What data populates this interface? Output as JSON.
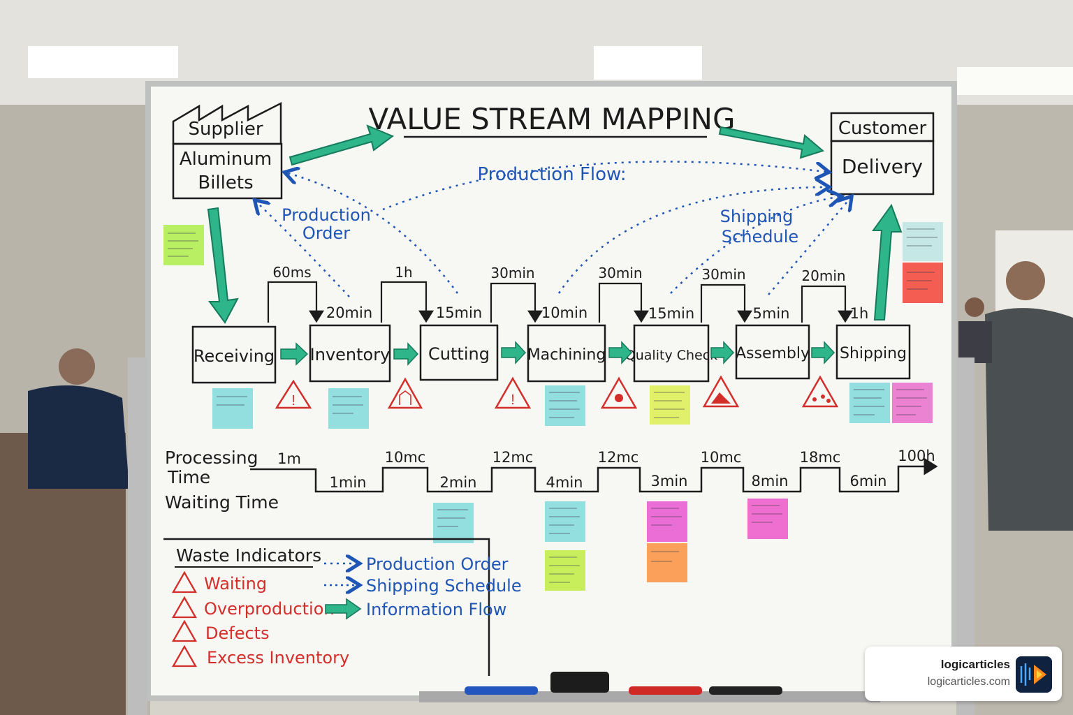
{
  "board": {
    "title": "VALUE STREAM MAPPING",
    "supplier": {
      "label": "Supplier",
      "material": [
        "Aluminum",
        "Billets"
      ]
    },
    "customer": {
      "label": "Customer",
      "delivery": "Delivery"
    },
    "production_flow_label": "Production Flow:",
    "production_order_label": [
      "Production",
      "Order"
    ],
    "shipping_schedule_label": [
      "Shipping",
      "Schedule"
    ],
    "processes": [
      "Receiving",
      "Inventory",
      "Cutting",
      "Machining",
      "Quality Check",
      "Assembly",
      "Shipping"
    ],
    "bracket_top_times": [
      "60ms",
      "1h",
      "30min",
      "30min",
      "30min",
      "20min"
    ],
    "bracket_side_times": [
      "20min",
      "15min",
      "10min",
      "15min",
      "5min",
      "1h"
    ],
    "timeline": {
      "processing_label": [
        "Processing",
        "Time"
      ],
      "waiting_label": "Waiting Time",
      "top_values": [
        "1m",
        "10mc",
        "12mc",
        "12mc",
        "10mc",
        "18mc",
        "100h"
      ],
      "bottom_values": [
        "1min",
        "2min",
        "4min",
        "3min",
        "8min",
        "6min"
      ]
    },
    "legend": {
      "title": "Waste Indicators",
      "waste_items": [
        "Waiting",
        "Overproduction",
        "Defects",
        "Excess Inventory"
      ],
      "flow_items": [
        "Production Order",
        "Shipping Schedule",
        "Information Flow"
      ]
    },
    "colors": {
      "ink_black": "#1c1c1c",
      "ink_blue": "#1f56b5",
      "ink_red": "#d42e2a",
      "arrow_teal": "#2fb58a",
      "board_white": "#f7f7f4"
    }
  },
  "watermark": {
    "name": "logicarticles",
    "domain": "logicarticles.com"
  }
}
